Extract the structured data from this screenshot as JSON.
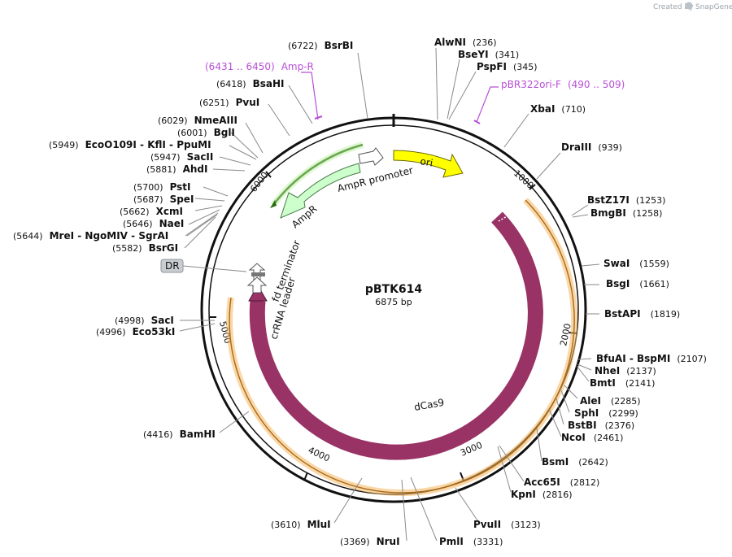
{
  "credit": {
    "prefix": "Created by",
    "brand": "SnapGene"
  },
  "plasmid": {
    "name": "pBTK614",
    "length": "6875 bp"
  },
  "ticks": [
    "1000",
    "2000",
    "3000",
    "4000",
    "5000",
    "6000"
  ],
  "enzymes": {
    "bsrbi": {
      "pos": "(6722)",
      "name": "BsrBI"
    },
    "alwni": {
      "name": "AlwNI",
      "pos": "(236)"
    },
    "bseyi": {
      "name": "BseYI",
      "pos": "(341)"
    },
    "pspfi": {
      "name": "PspFI",
      "pos": "(345)"
    },
    "xbai": {
      "name": "XbaI",
      "pos": "(710)"
    },
    "draiii": {
      "name": "DraIII",
      "pos": "(939)"
    },
    "bstz17i": {
      "name": "BstZ17I",
      "pos": "(1253)"
    },
    "bmgbi": {
      "name": "BmgBI",
      "pos": "(1258)"
    },
    "swai": {
      "name": "SwaI",
      "pos": "(1559)"
    },
    "bsgi": {
      "name": "BsgI",
      "pos": "(1661)"
    },
    "bstapi": {
      "name": "BstAPI",
      "pos": "(1819)"
    },
    "bfuai": {
      "name": "BfuAI",
      "sep": " - ",
      "name2": "BspMI",
      "pos": "(2107)"
    },
    "nhei": {
      "name": "NheI",
      "pos": "(2137)"
    },
    "bmti": {
      "name": "BmtI",
      "pos": "(2141)"
    },
    "alei": {
      "name": "AleI",
      "pos": "(2285)"
    },
    "sphi": {
      "name": "SphI",
      "pos": "(2299)"
    },
    "bstbi": {
      "name": "BstBI",
      "pos": "(2376)"
    },
    "ncoi": {
      "name": "NcoI",
      "pos": "(2461)"
    },
    "bsmi": {
      "name": "BsmI",
      "pos": "(2642)"
    },
    "acc65i": {
      "name": "Acc65I",
      "pos": "(2812)"
    },
    "kpni": {
      "name": "KpnI",
      "pos": "(2816)"
    },
    "pvuii": {
      "name": "PvuII",
      "pos": "(3123)"
    },
    "pmli": {
      "name": "PmlI",
      "pos": "(3331)"
    },
    "drui": {
      "pos": "(3369)",
      "name": "NruI"
    },
    "mlui": {
      "pos": "(3610)",
      "name": "MluI"
    },
    "bamhi": {
      "pos": "(4416)",
      "name": "BamHI"
    },
    "saci": {
      "pos": "(4998)",
      "name": "SacI"
    },
    "eco53ki": {
      "pos": "(4996)",
      "name": "Eco53kI"
    },
    "bsaHI": {
      "pos": "(6418)",
      "name": "BsaHI"
    },
    "pvui": {
      "pos": "(6251)",
      "name": "PvuI"
    },
    "nmeaiii": {
      "pos": "(6029)",
      "name": "NmeAIII"
    },
    "bgli": {
      "pos": "(6001)",
      "name": "BglI"
    },
    "eco0109i": {
      "pos": "(5949)",
      "name": "EcoO109I",
      "sep1": " - ",
      "name2": "KflI",
      "sep2": " - ",
      "name3": "PpuMI"
    },
    "sacii": {
      "pos": "(5947)",
      "name": "SacII"
    },
    "ahdi": {
      "pos": "(5881)",
      "name": "AhdI"
    },
    "psti": {
      "pos": "(5700)",
      "name": "PstI"
    },
    "spei": {
      "pos": "(5687)",
      "name": "SpeI"
    },
    "xcmi": {
      "pos": "(5662)",
      "name": "XcmI"
    },
    "naei": {
      "pos": "(5646)",
      "name": "NaeI"
    },
    "mrei": {
      "pos": "(5644)",
      "name": "MreI",
      "sep1": " - ",
      "name2": "NgoMIV",
      "sep2": " - ",
      "name3": "SgrAI"
    },
    "bsrgi": {
      "pos": "(5582)",
      "name": "BsrGI"
    }
  },
  "primers": {
    "ampr": {
      "range": "(6431 .. 6450)",
      "name": "Amp-R"
    },
    "pbr": {
      "name": "pBR322ori-F",
      "range": "(490 .. 509)"
    }
  },
  "features": {
    "ori": "ori",
    "ampr_promoter": "AmpR promoter",
    "ampr": "AmpR",
    "dcas9": "dCas9",
    "fd_terminator": "fd terminator",
    "crna_leader": "crRNA leader",
    "dr": "DR"
  },
  "colors": {
    "ori": "#ffff00",
    "ampr": "#ccffcc",
    "dcas9": "#993366",
    "primer": "#b84fd6",
    "range_bar": "#f5b75c",
    "backbone": "#111111"
  }
}
